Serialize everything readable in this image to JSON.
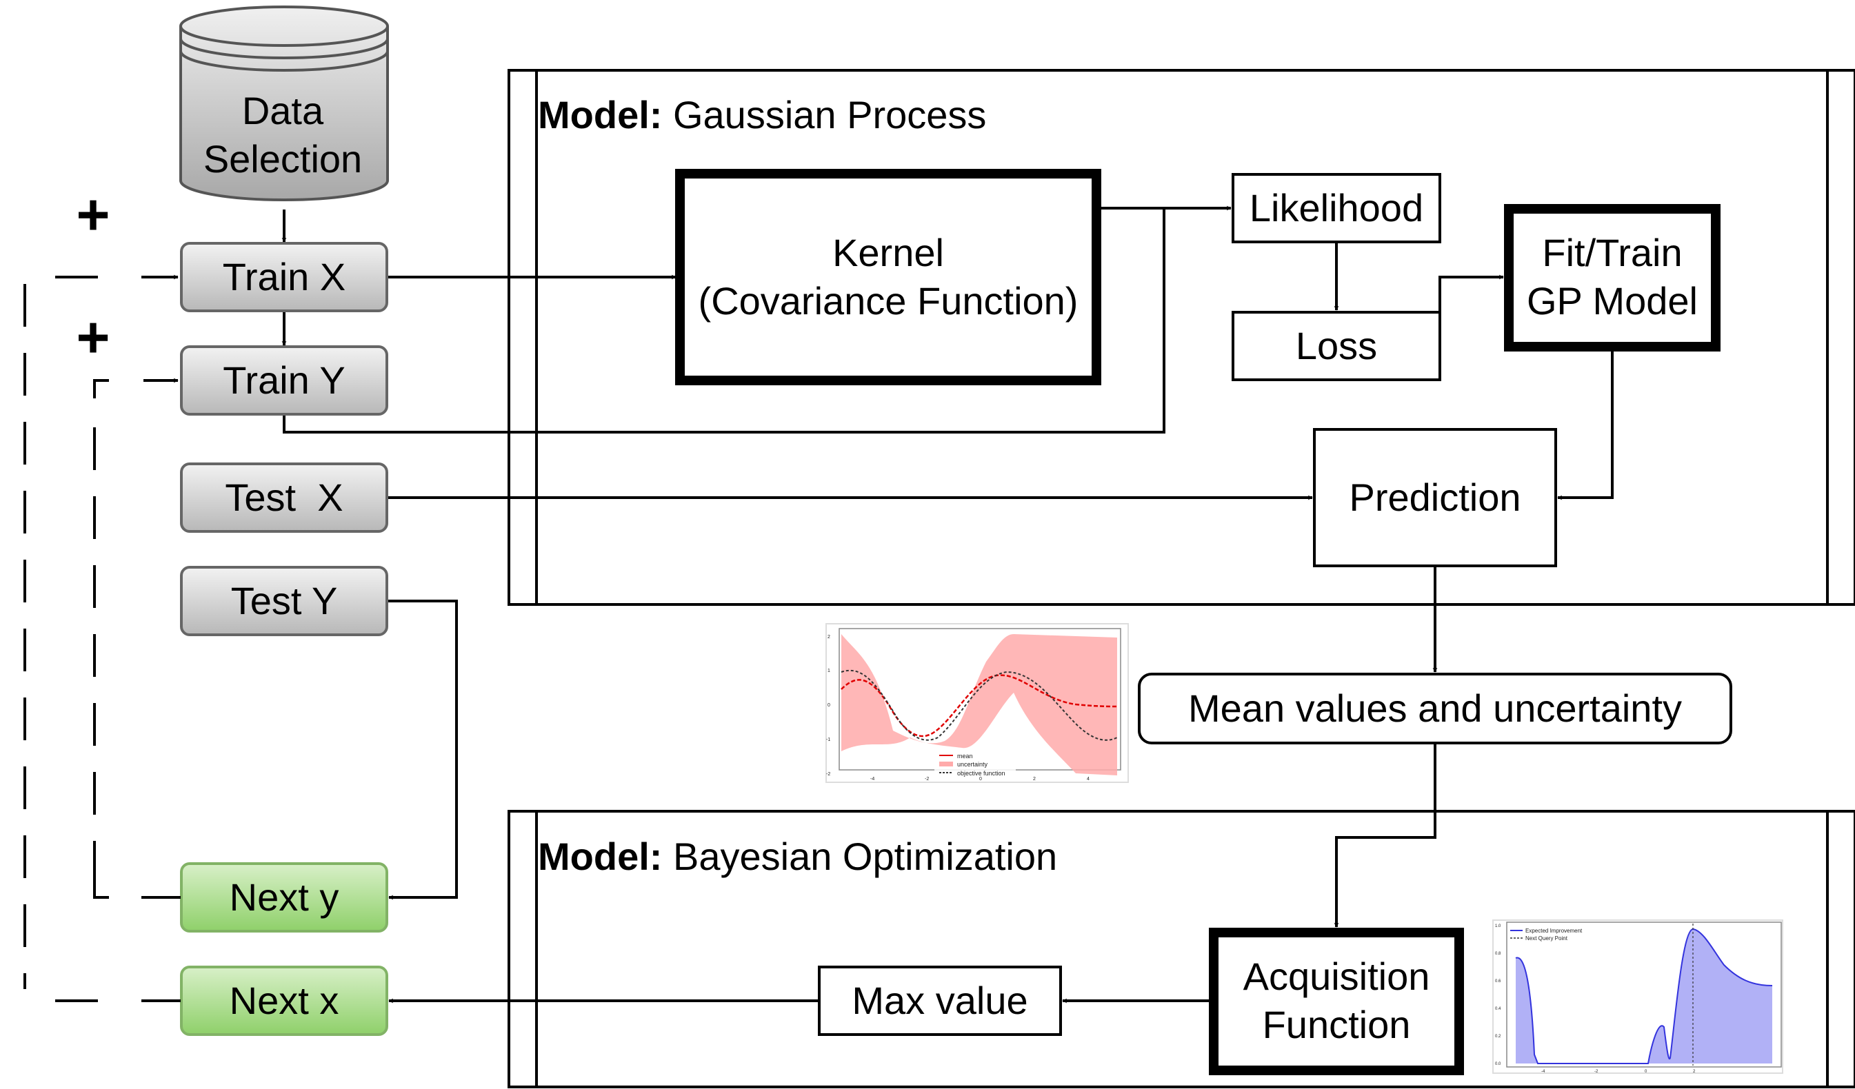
{
  "data_selection": {
    "line1": "Data",
    "line2": "Selection"
  },
  "inputs": {
    "train_x": "Train X",
    "train_y": "Train Y",
    "test_x": "Test  X",
    "test_y": "Test Y",
    "next_y": "Next y",
    "next_x": "Next x"
  },
  "plus_sign": "+",
  "gp_panel": {
    "title_bold": "Model:",
    "title_rest": " Gaussian Process",
    "kernel_line1": "Kernel",
    "kernel_line2": "(Covariance Function)",
    "likelihood": "Likelihood",
    "loss": "Loss",
    "fit_line1": "Fit/Train",
    "fit_line2": "GP Model",
    "prediction": "Prediction"
  },
  "mean_uncertainty": "Mean values and uncertainty",
  "bo_panel": {
    "title_bold": "Model:",
    "title_rest": " Bayesian Optimization",
    "acq_line1": "Acquisition",
    "acq_line2": "Function",
    "max_value": "Max value"
  },
  "gp_plot": {
    "legend": [
      "mean",
      "uncertainty",
      "objective function"
    ],
    "y_ticks": [
      "2",
      "1",
      "0",
      "-1",
      "-2"
    ],
    "x_ticks": [
      "-4",
      "-2",
      "0",
      "2",
      "4"
    ]
  },
  "acq_plot": {
    "legend": [
      "Expected Improvement",
      "Next Query Point"
    ],
    "y_ticks": [
      "1.0",
      "0.8",
      "0.6",
      "0.4",
      "0.2",
      "0.0"
    ],
    "x_ticks": [
      "-4",
      "-2",
      "0",
      "2"
    ]
  },
  "colors": {
    "input_box_top": "#f2f2f2",
    "input_box_bottom": "#b8b8b8",
    "output_box_top": "#d8f0c8",
    "output_box_bottom": "#8fd06a",
    "output_box_stroke": "#82b366",
    "uncertainty_fill": "#ffaaaa",
    "mean_line": "#e00000",
    "ei_fill": "#a8a8f5",
    "ei_line": "#3333dd"
  }
}
